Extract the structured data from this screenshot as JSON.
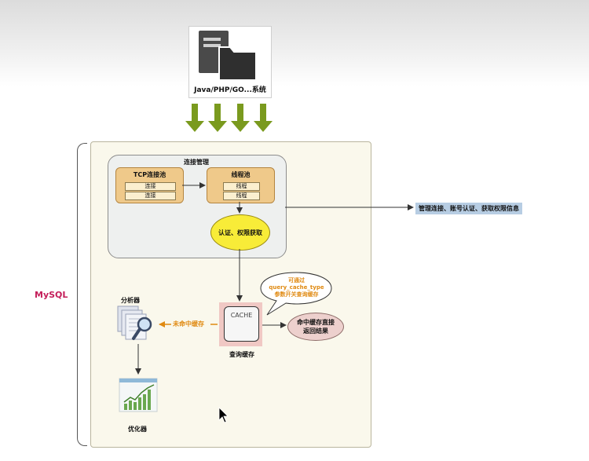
{
  "client": {
    "label": "Java/PHP/GO...系统",
    "icon": "folder-document-icon"
  },
  "mysql": {
    "label": "MySQL"
  },
  "connection_management": {
    "title": "连接管理",
    "tcp_pool": {
      "title": "TCP连接池",
      "slots": [
        "连接",
        "连接"
      ]
    },
    "thread_pool": {
      "title": "线程池",
      "slots": [
        "线程",
        "线程"
      ]
    },
    "auth": "认证、权限获取"
  },
  "side_note": "管理连接、账号认证、获取权限信息",
  "cache": {
    "box_text": "CACHE",
    "label": "查询缓存",
    "bubble": [
      "可通过",
      "query_cache_type",
      "参数开关查询缓存"
    ],
    "hit": [
      "命中缓存直接",
      "返回结果"
    ],
    "miss": "未命中缓存"
  },
  "analyzer": {
    "label": "分析器"
  },
  "optimizer": {
    "label": "优化器"
  },
  "colors": {
    "arrow_green": "#7a9a1e",
    "mysql_label": "#c41e5a",
    "orange_text": "#e08a12",
    "auth_fill": "#f8ec38",
    "pool_fill": "#efc98a",
    "cache_fill": "#f0c8c4",
    "side_note_fill": "#b7cde3"
  }
}
